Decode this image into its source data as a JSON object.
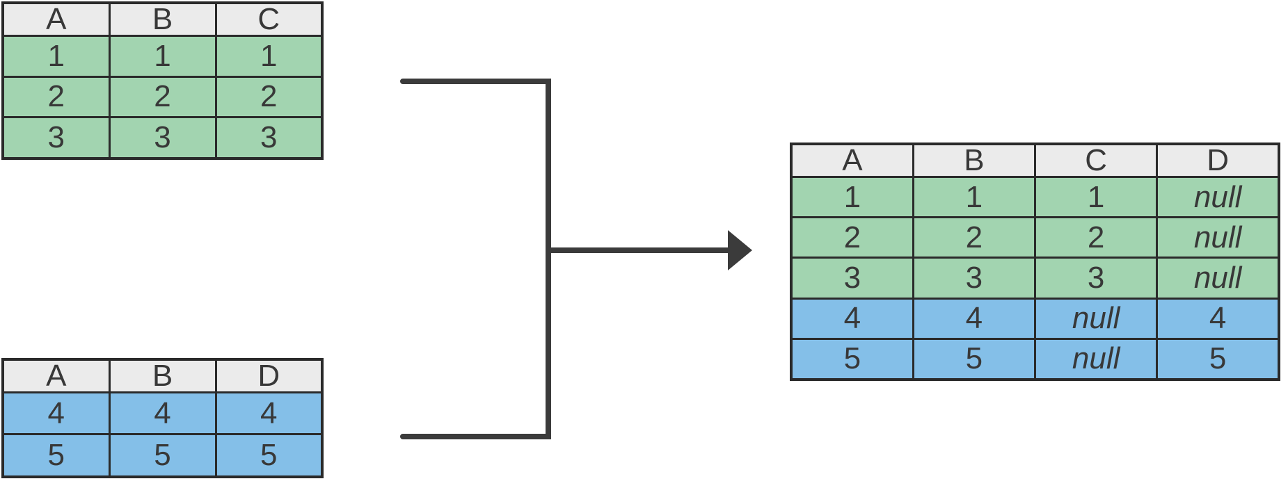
{
  "colors": {
    "header_fill": "#ebebeb",
    "green_fill": "#a2d4b0",
    "blue_fill": "#84bfe8",
    "table_border": "#2a2a2a",
    "connector": "#3b3b3b",
    "text": "#383838"
  },
  "tables": [
    {
      "name": "source-table-abc",
      "columns": [
        "A",
        "B",
        "C"
      ],
      "rows": [
        {
          "fill": "green",
          "cells": [
            "1",
            "1",
            "1"
          ]
        },
        {
          "fill": "green",
          "cells": [
            "2",
            "2",
            "2"
          ]
        },
        {
          "fill": "green",
          "cells": [
            "3",
            "3",
            "3"
          ]
        }
      ]
    },
    {
      "name": "source-table-abd",
      "columns": [
        "A",
        "B",
        "D"
      ],
      "rows": [
        {
          "fill": "blue",
          "cells": [
            "4",
            "4",
            "4"
          ]
        },
        {
          "fill": "blue",
          "cells": [
            "5",
            "5",
            "5"
          ]
        }
      ]
    },
    {
      "name": "result-table-abcd",
      "columns": [
        "A",
        "B",
        "C",
        "D"
      ],
      "rows": [
        {
          "fill": "green",
          "cells": [
            "1",
            "1",
            "1",
            "null"
          ]
        },
        {
          "fill": "green",
          "cells": [
            "2",
            "2",
            "2",
            "null"
          ]
        },
        {
          "fill": "green",
          "cells": [
            "3",
            "3",
            "3",
            "null"
          ]
        },
        {
          "fill": "blue",
          "cells": [
            "4",
            "4",
            "null",
            "4"
          ]
        },
        {
          "fill": "blue",
          "cells": [
            "5",
            "5",
            "null",
            "5"
          ]
        }
      ]
    }
  ],
  "null_label": "null"
}
